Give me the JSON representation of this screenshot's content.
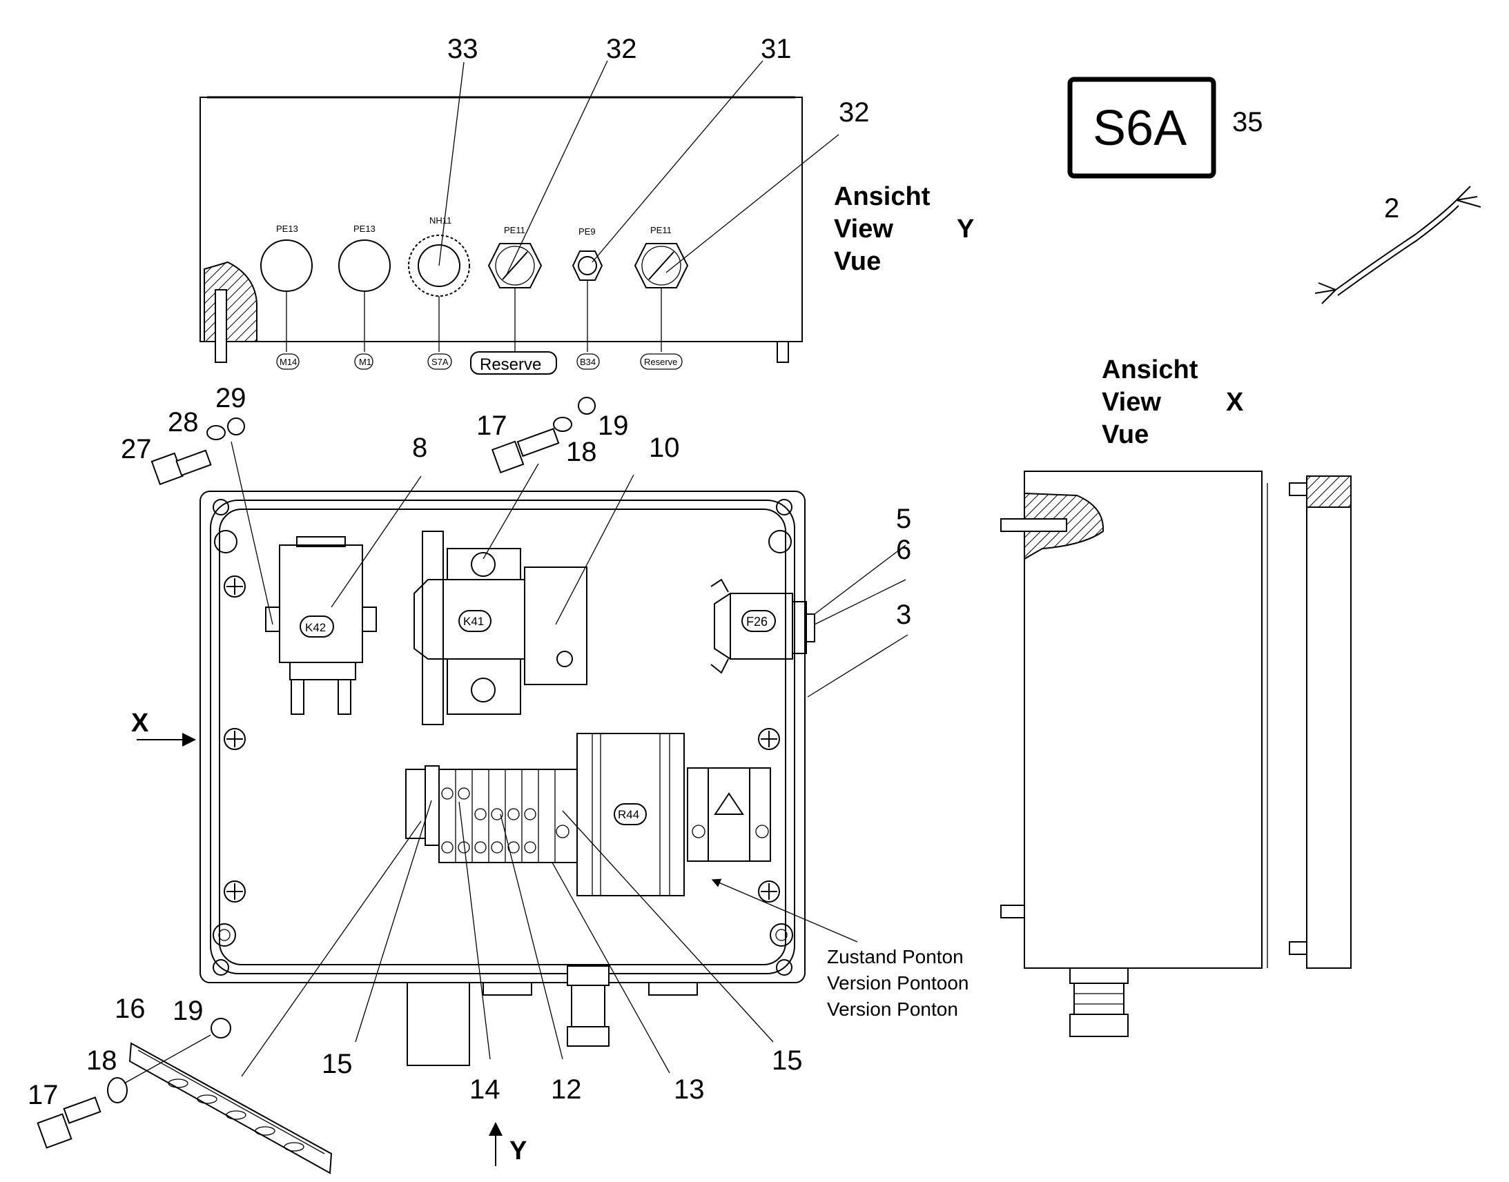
{
  "view_y": {
    "connectors": [
      {
        "type": "PE13",
        "wire": "M14"
      },
      {
        "type": "PE13",
        "wire": "M1"
      },
      {
        "type": "NH11",
        "wire": "S7A"
      },
      {
        "type": "PE11",
        "wire": "Reserve"
      },
      {
        "type": "PE9",
        "wire": "B34"
      },
      {
        "type": "PE11",
        "wire": "Reserve"
      }
    ],
    "callouts": [
      "33",
      "32",
      "31",
      "32"
    ]
  },
  "label_plate": {
    "text": "S6A",
    "number": "35"
  },
  "cable": {
    "number": "2"
  },
  "headings": {
    "view_y": {
      "line1": "Ansicht",
      "line2": "View",
      "line3": "Vue",
      "axis": "Y"
    },
    "view_x": {
      "line1": "Ansicht",
      "line2": "View",
      "line3": "Vue",
      "axis": "X"
    }
  },
  "main_view": {
    "components": [
      "K42",
      "K41",
      "F26",
      "R44"
    ],
    "callouts": [
      "27",
      "28",
      "29",
      "17",
      "18",
      "19",
      "8",
      "10",
      "5",
      "6",
      "3",
      "15",
      "14",
      "12",
      "13",
      "15",
      "16",
      "19",
      "18",
      "17"
    ],
    "arrow_x": "X",
    "arrow_y": "Y"
  },
  "note": {
    "line1": "Zustand Ponton",
    "line2": "Version Pontoon",
    "line3": "Version Ponton"
  }
}
